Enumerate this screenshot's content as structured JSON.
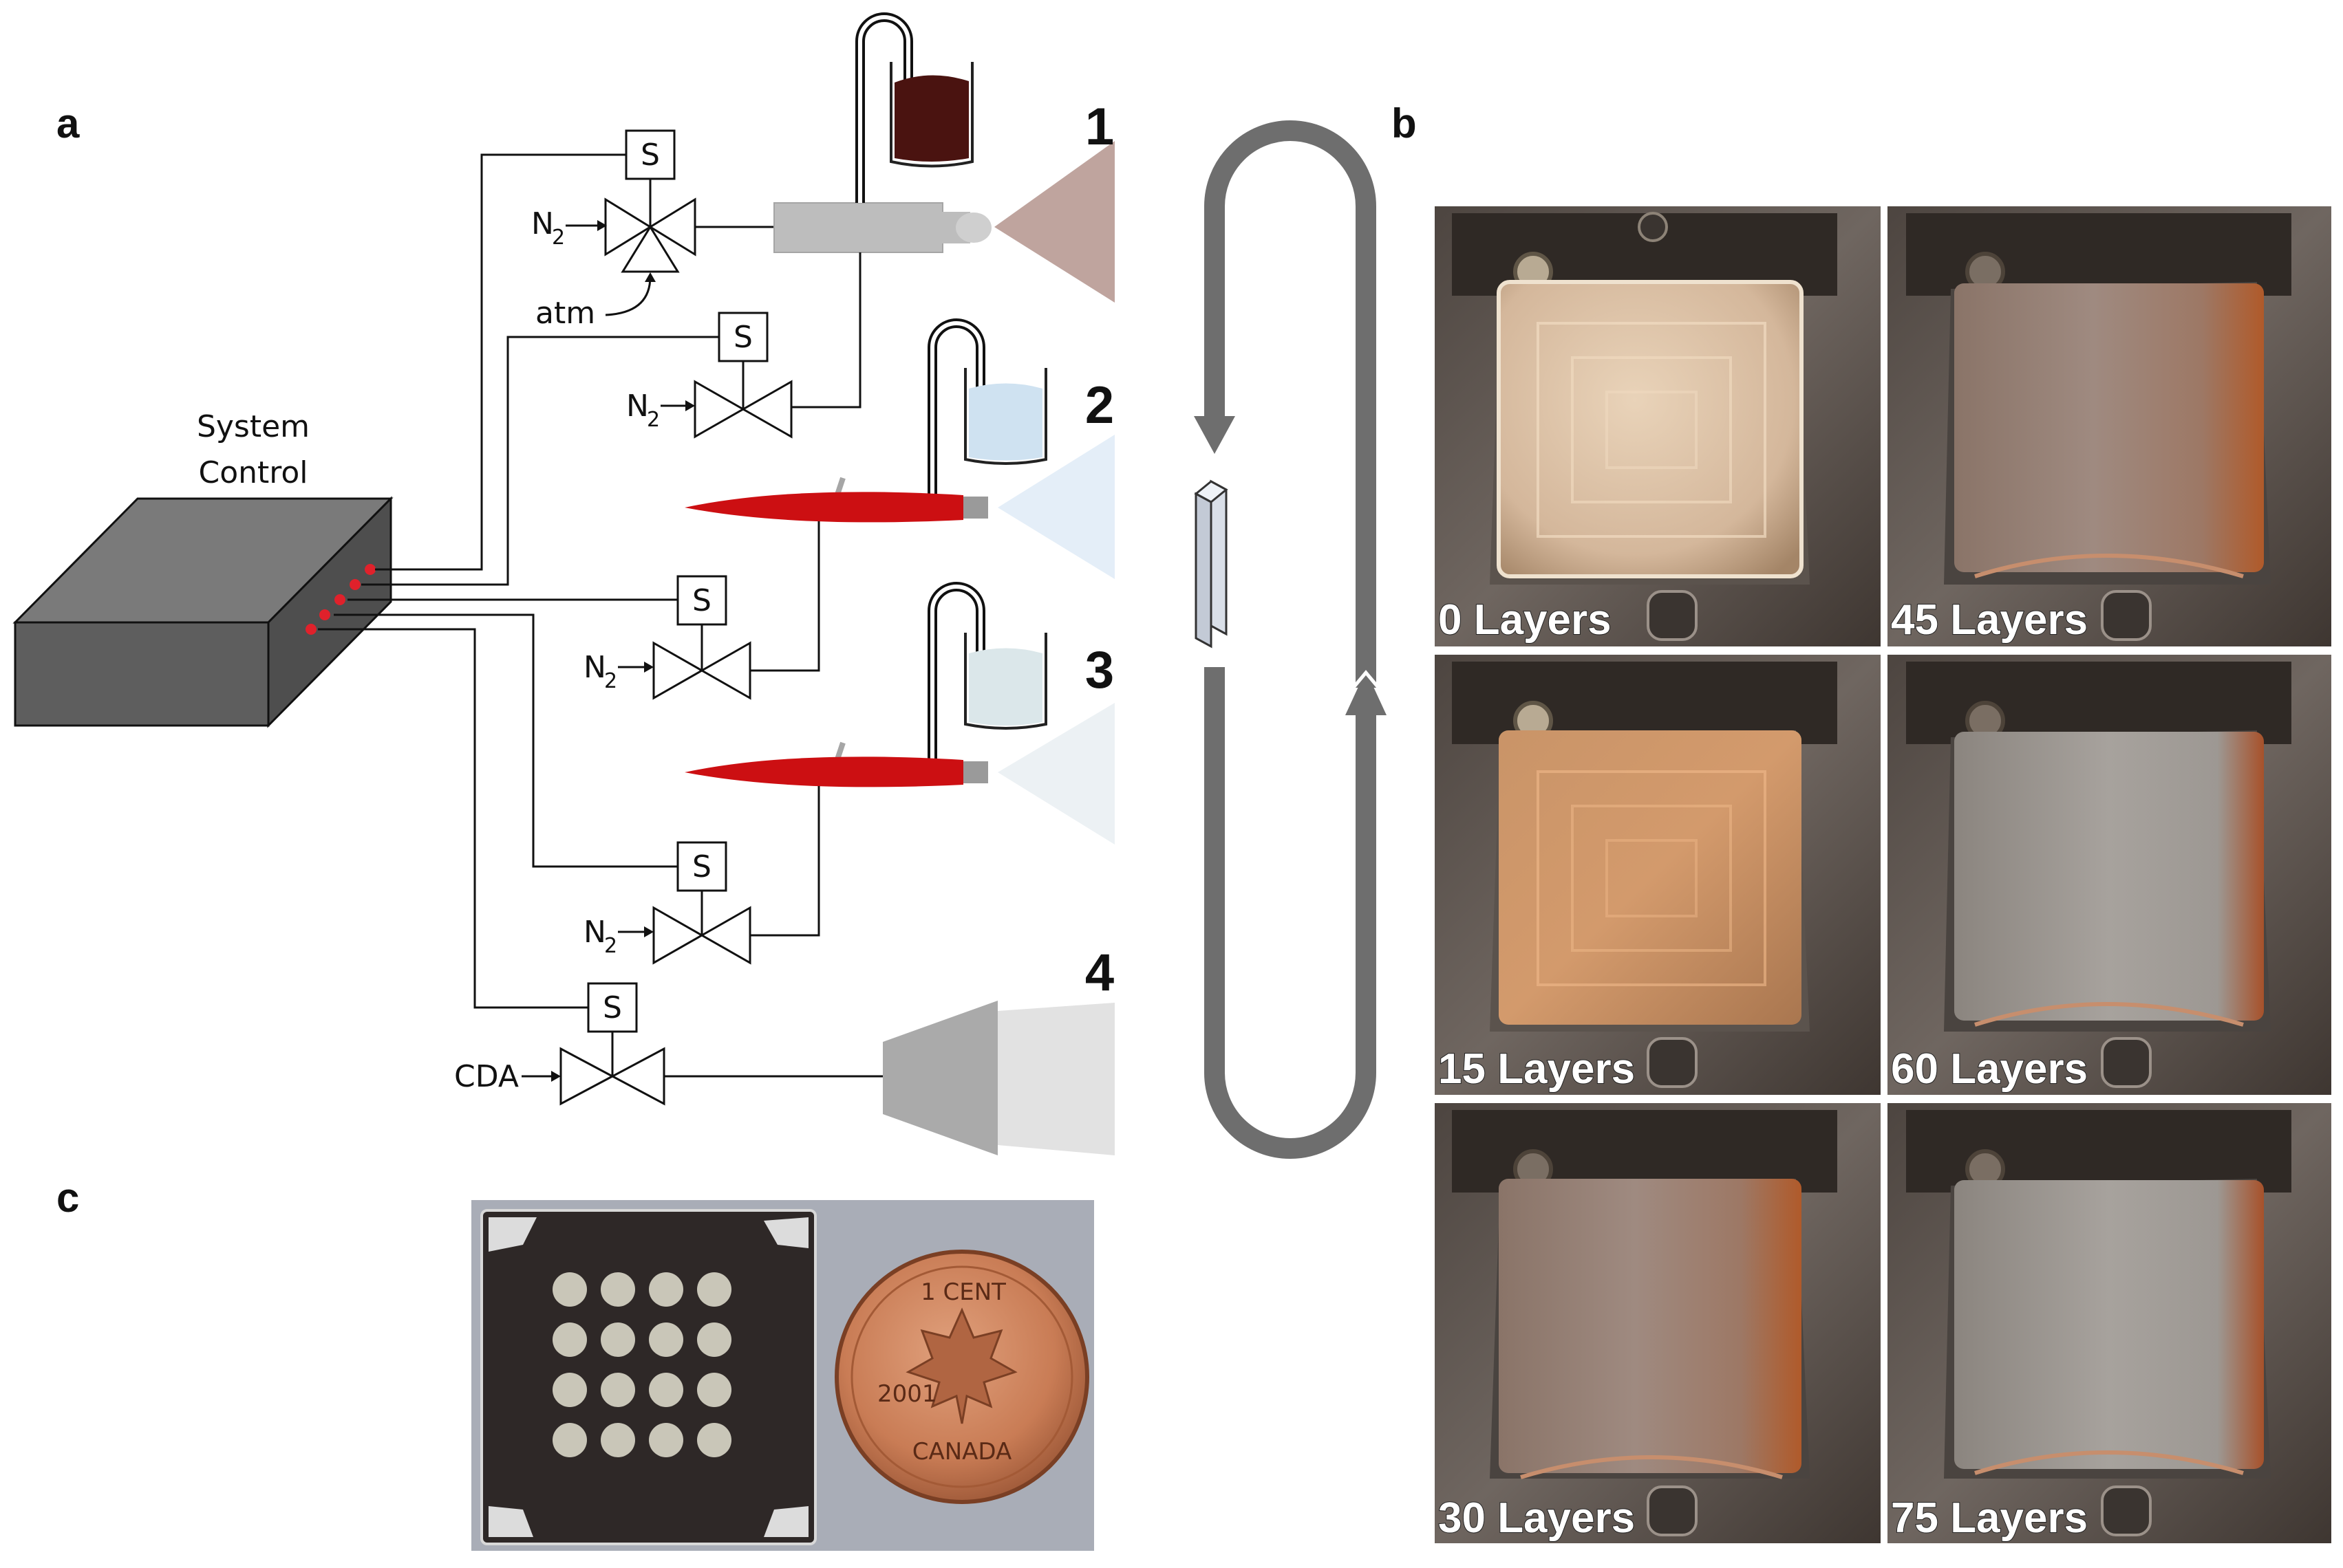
{
  "panels": {
    "a": "a",
    "b": "b",
    "c": "c"
  },
  "control_box": {
    "label_line1": "System",
    "label_line2": "Control",
    "indicator_color": "#e0212b"
  },
  "stages": {
    "s1": "1",
    "s2": "2",
    "s3": "3",
    "s4": "4"
  },
  "gas_labels": {
    "n2_main": "N",
    "n2_sub": "2",
    "atm": "atm",
    "cda": "CDA",
    "solenoid": "S"
  },
  "photo_labels": [
    "0 Layers",
    "45 Layers",
    "15 Layers",
    "60 Layers",
    "30 Layers",
    "75 Layers"
  ],
  "coin": {
    "line1": "1 CENT",
    "year": "2001",
    "country": "CANADA"
  },
  "colors": {
    "nozzle_red": "#cc0f12",
    "dye_liquid": "#4a1310",
    "solution_blue": "#cfe2f1",
    "rinse_liquid": "#dbe7ea",
    "spray_dye": "#bfa49e",
    "spray_solution": "#e4eef8",
    "track_gray": "#6e6e6e",
    "box_gray": "#5e5e5e"
  },
  "icons": [
    "three-way-valve-icon",
    "two-way-valve-icon",
    "solenoid-icon",
    "beaker-icon",
    "spray-cone-icon",
    "track-arrow-icon",
    "substrate-slide-icon",
    "coin-icon"
  ]
}
